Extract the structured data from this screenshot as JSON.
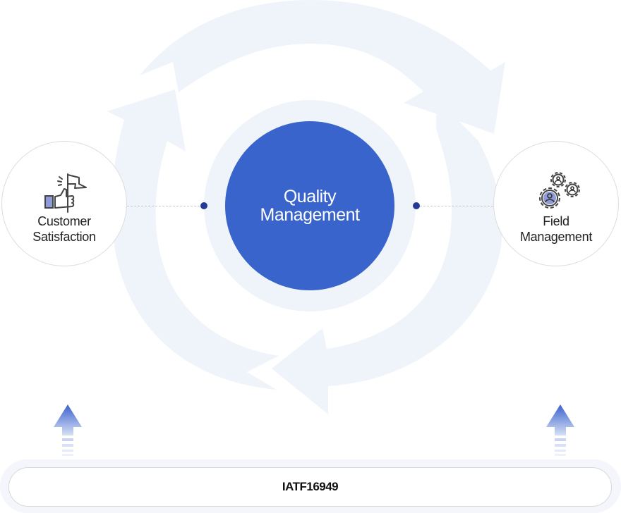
{
  "diagram": {
    "center": {
      "line1": "Quality",
      "line2": "Management"
    },
    "left_node": {
      "line1": "Customer",
      "line2": "Satisfaction",
      "icon": "thumbs-up-flag-icon"
    },
    "right_node": {
      "line1": "Field",
      "line2": "Management",
      "icon": "gears-people-icon"
    },
    "base": {
      "label": "IATF16949"
    },
    "colors": {
      "center_fill": "#3864cc",
      "cycle_fill": "#eff4fb",
      "dot": "#233a96",
      "arrow_top": "#3a62cc",
      "icon_accent": "#8f9bd6"
    }
  }
}
